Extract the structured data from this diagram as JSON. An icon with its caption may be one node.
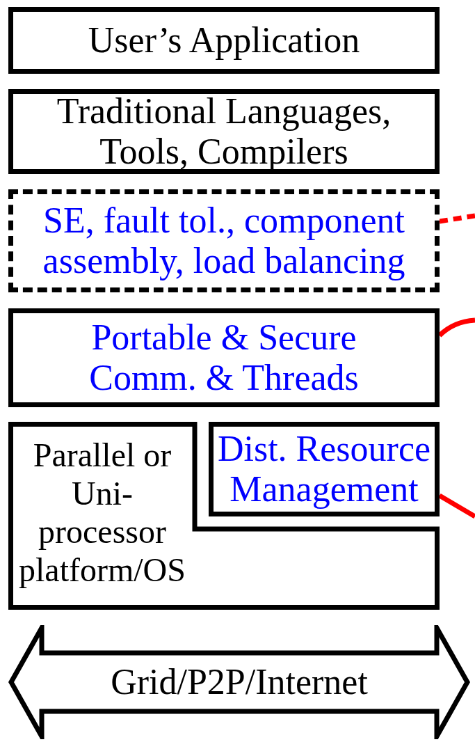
{
  "diagram": {
    "nodes": [
      {
        "text": [
          "User’s Application"
        ]
      },
      {
        "text": [
          "Traditional Languages, Tools, Compilers"
        ]
      },
      {
        "text": [
          "SE, fault tol., component assembly, load balancing"
        ]
      },
      {
        "text": [
          "Portable & Secure Comm. & Threads"
        ]
      },
      {
        "text": [
          "Parallel or Uni-processor platform/OS"
        ]
      },
      {
        "text": [
          "Dist. Resource Management"
        ]
      },
      {
        "text": [
          "Grid/P2P/Internet"
        ]
      }
    ],
    "edges": [
      {
        "from": 2,
        "to": null,
        "arrow": "none",
        "style": "dashed",
        "color": "#ff0000"
      },
      {
        "from": 3,
        "to": null,
        "arrow": "none",
        "color": "#ff0000"
      },
      {
        "from": 5,
        "to": null,
        "arrow": "none",
        "color": "#ff0000"
      }
    ]
  }
}
